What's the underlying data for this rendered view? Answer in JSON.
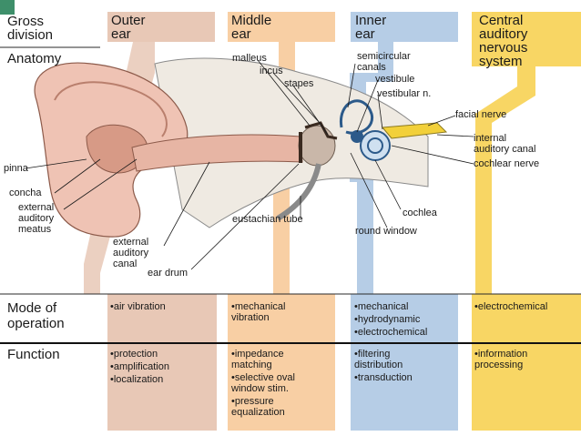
{
  "colors": {
    "outer": "#e8c8b6",
    "middle": "#f8cfa4",
    "inner": "#b6cde6",
    "central": "#f8d664",
    "skin": "#efc3b4",
    "skin_dark": "#d79a86",
    "bone": "#efeae2",
    "corner": "#3e8f6a"
  },
  "header": {
    "gross_division": "Gross\ndivision",
    "anatomy": "Anatomy",
    "outer": "Outer\near",
    "middle": "Middle\near",
    "inner": "Inner\near",
    "central": "Central\nauditory\nnervous\nsystem"
  },
  "labels": {
    "malleus": "malleus",
    "incus": "incus",
    "stapes": "stapes",
    "semicircular": "semicircular\ncanals",
    "vestibule": "vestibule",
    "vestibular_n": "vestibular n.",
    "facial_nerve": "facial nerve",
    "internal_canal": "internal\nauditory canal",
    "cochlear_nerve": "cochlear nerve",
    "pinna": "pinna",
    "concha": "concha",
    "external_meatus": "external\nauditory\nmeatus",
    "eustachian": "eustachian tube",
    "cochlea": "cochlea",
    "round_window": "round window",
    "external_canal": "external\nauditory\ncanal",
    "ear_drum": "ear drum"
  },
  "rows": {
    "mode_label": "Mode of\noperation",
    "function_label": "Function"
  },
  "mode": {
    "outer": [
      "•air vibration"
    ],
    "middle": [
      "•mechanical\nvibration"
    ],
    "inner": [
      "•mechanical",
      "•hydrodynamic",
      "•electrochemical"
    ],
    "central": [
      "•electrochemical"
    ]
  },
  "function": {
    "outer": [
      "•protection",
      "•amplification",
      "•localization"
    ],
    "middle": [
      "•impedance\nmatching",
      "•selective oval\nwindow stim.",
      "•pressure\nequalization"
    ],
    "inner": [
      "•filtering\ndistribution",
      "•transduction"
    ],
    "central": [
      "•information\nprocessing"
    ]
  }
}
